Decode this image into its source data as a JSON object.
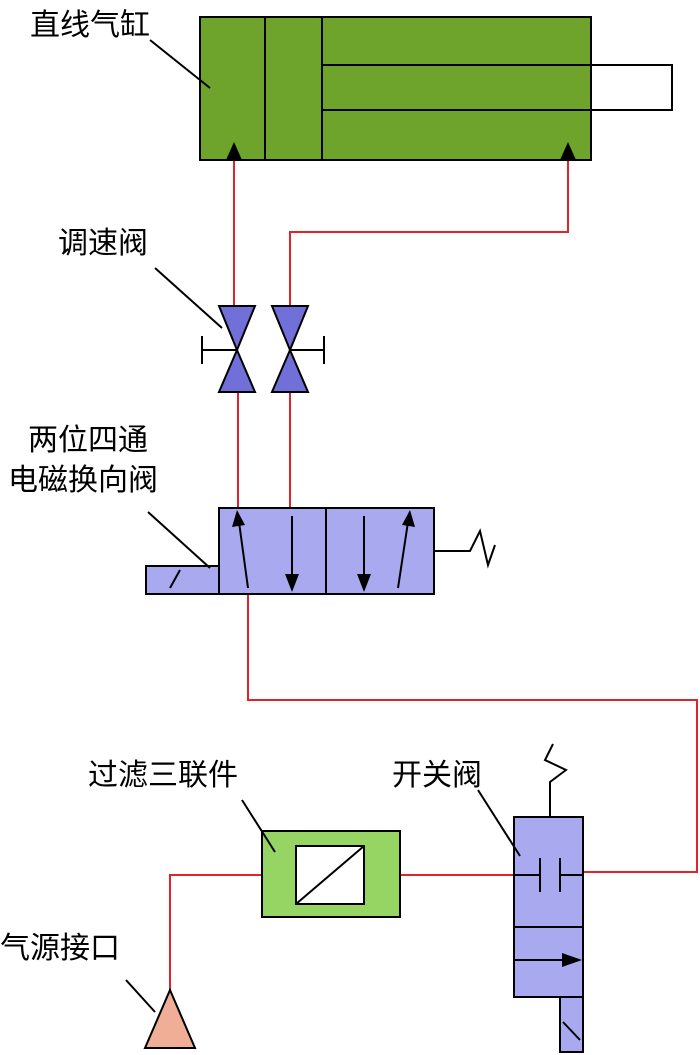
{
  "labels": {
    "cylinder": "直线气缸",
    "speed_valve": "调速阀",
    "solenoid_valve_line1": "两位四通",
    "solenoid_valve_line2": "电磁换向阀",
    "frl_unit": "过滤三联件",
    "switch_valve": "开关阀",
    "air_inlet": "气源接口"
  },
  "colors": {
    "pipe": "#e0242a",
    "cylinder_fill": "#6ea42c",
    "valve_fill": "#a9a9f0",
    "speed_valve_fill": "#7070d8",
    "frl_fill": "#96d464",
    "inlet_fill": "#f0ae96",
    "outline": "#000000"
  }
}
